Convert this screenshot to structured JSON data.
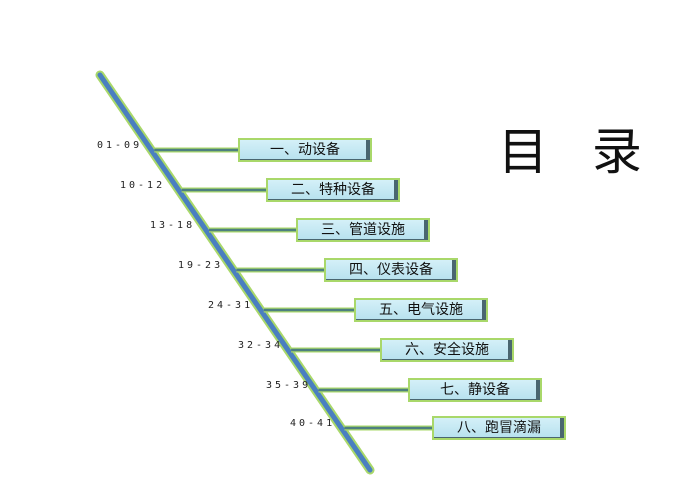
{
  "title": "目 录",
  "items": [
    {
      "pages": "01-09",
      "label": "一、动设备"
    },
    {
      "pages": "10-12",
      "label": "二、特种设备"
    },
    {
      "pages": "13-18",
      "label": "三、管道设施"
    },
    {
      "pages": "19-23",
      "label": "四、仪表设备"
    },
    {
      "pages": "24-31",
      "label": "五、电气设施"
    },
    {
      "pages": "32-34",
      "label": "六、安全设施"
    },
    {
      "pages": "35-39",
      "label": "七、静设备"
    },
    {
      "pages": "40-41",
      "label": "八、跑冒滴漏"
    }
  ],
  "colors": {
    "spine": "#4a7fc0",
    "spine_edge": "#a9d86a",
    "box_fill": "#c4e8f3",
    "branch": "#4e7f80"
  }
}
